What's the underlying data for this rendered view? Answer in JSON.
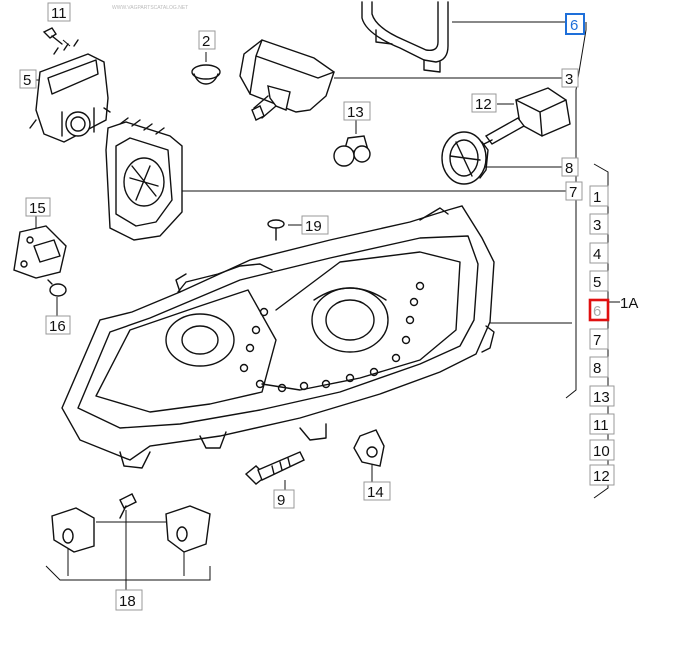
{
  "watermark": "WWW.VAGPARTSCATALOG.NET",
  "callouts": {
    "c1": "1",
    "c2": "2",
    "c3": "3",
    "c4": "4",
    "c5": "5",
    "c6": "6",
    "c7": "7",
    "c8": "8",
    "c9": "9",
    "c10": "10",
    "c11": "11",
    "c12": "12",
    "c13": "13",
    "c14": "14",
    "c15": "15",
    "c16": "16",
    "c18": "18",
    "c19": "19"
  },
  "group_label": "1A",
  "group_list": [
    "1",
    "3",
    "4",
    "5",
    "6",
    "7",
    "8",
    "13",
    "11",
    "10",
    "12"
  ],
  "colors": {
    "highlight_blue": "#1e6fd9",
    "highlight_red": "#e01010",
    "line": "#111111",
    "box_border": "#999999"
  }
}
